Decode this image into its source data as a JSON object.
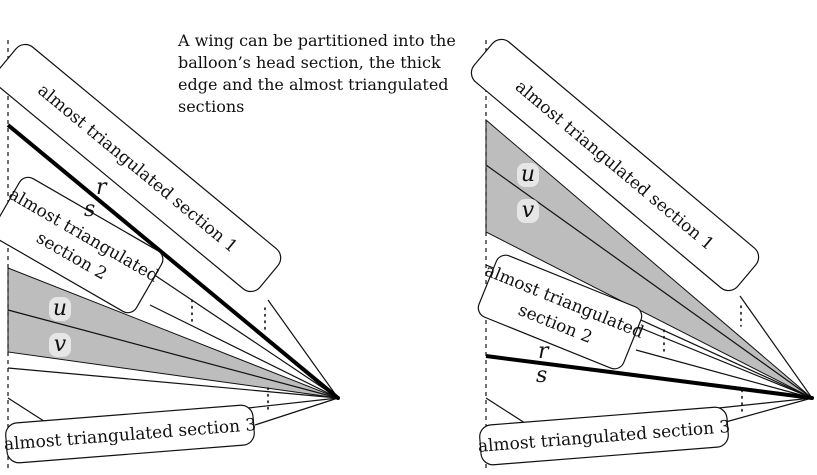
{
  "caption": "A wing can be partitioned into the balloon’s head section, the thick edge and the almost triangulated sections",
  "left": {
    "section1": "almost triangulated section 1",
    "section2_line1": "almost triangulated",
    "section2_line2": "section 2",
    "section3": "almost triangulated section 3",
    "r": "r",
    "s": "s",
    "u": "u",
    "v": "v"
  },
  "right": {
    "section1": "almost triangulated section 1",
    "section2_line1": "almost triangulated",
    "section2_line2": "section 2",
    "section3": "almost triangulated section 3",
    "r": "r",
    "s": "s",
    "u": "u",
    "v": "v"
  },
  "colors": {
    "shade": "#bdbdbd",
    "line": "#111111",
    "pill": "#e6e6e6"
  }
}
